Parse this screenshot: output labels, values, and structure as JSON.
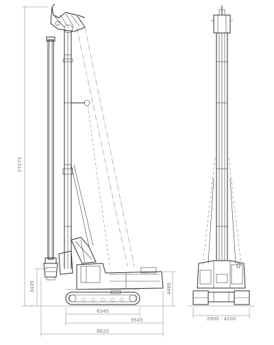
{
  "dimensions": {
    "overall_height": "27273",
    "base_height": "3435",
    "side_height": "4480",
    "track_length": "6345",
    "body_length": "9545",
    "overall_length": "8620",
    "track_width": "2900 - 4200"
  },
  "colors": {
    "line": "#2b2b2b",
    "dimension_text": "#7a7a7a",
    "background": "#ffffff"
  }
}
